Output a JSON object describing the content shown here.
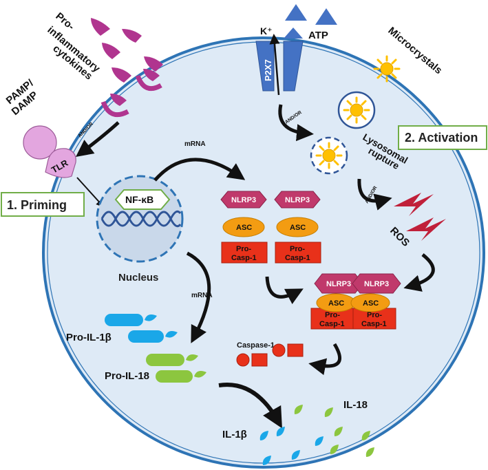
{
  "labels": {
    "cytokines": [
      "Pro-",
      "inflammatory",
      "cytokines"
    ],
    "pamp": [
      "PAMP/",
      "DAMP"
    ],
    "tlr": "TLR",
    "and_or": "AND/OR",
    "priming": "1. Priming",
    "activation": "2. Activation",
    "nfkb": "NF-κB",
    "nucleus": "Nucleus",
    "mrna": "mRNA",
    "k_plus": "K⁺",
    "atp": "ATP",
    "p2x7": "P2X7",
    "microcrystals": "Microcrystals",
    "lysosomal": [
      "Lysosomal",
      "rupture"
    ],
    "ros": "ROS",
    "nlrp3": "NLRP3",
    "asc": "ASC",
    "procasp": [
      "Pro-",
      "Casp-1"
    ],
    "caspase1": "Caspase-1",
    "pro_il1b": "Pro-IL-1β",
    "pro_il18": "Pro-IL-18",
    "il1b": "IL-1β",
    "il18": "IL-18"
  },
  "colors": {
    "cell_fill": "#deeaf6",
    "cell_border": "#2e74b5",
    "cytokine": "#b0358f",
    "pamp": "#e3a6df",
    "p2x7": "#4472c4",
    "crystal": "#ffc000",
    "ros": "#c0203a",
    "nlrp3": "#c0396b",
    "asc": "#f39c12",
    "procasp": "#e8311a",
    "il1b": "#1aa7e8",
    "il18": "#8cc63f",
    "box_border": "#70ad47",
    "nucleus_fill": "#c9d8ea",
    "dna": "#2f5597"
  }
}
